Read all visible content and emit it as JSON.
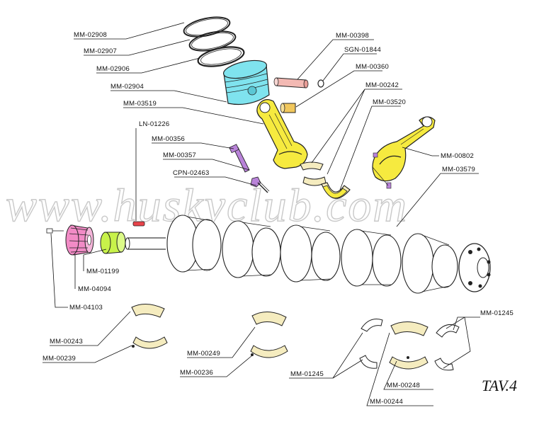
{
  "watermark": "www.huskyclub.com",
  "plate": "TAV.4",
  "colors": {
    "piston": "#7fe3ee",
    "conrod": "#f6ea3f",
    "bearing_shell": "#f5ecbf",
    "bushing": "#f1c75c",
    "pin": "#f3b9b3",
    "gear": "#f28bc6",
    "sleeve": "#c8f24a",
    "bolt": "#b983d9",
    "key": "#e8434a"
  },
  "labels": {
    "l01": "MM-02908",
    "l02": "MM-02907",
    "l03": "MM-02906",
    "l04": "MM-02904",
    "l05": "MM-03519",
    "l06": "LN-01226",
    "l07": "MM-00356",
    "l08": "MM-00357",
    "l09": "CPN-02463",
    "l10": "MM-00398",
    "l11": "SGN-01844",
    "l12": "MM-00360",
    "l13": "MM-00242",
    "l14": "MM-03520",
    "l15": "MM-00802",
    "l16": "MM-03579",
    "l17": "MM-01199",
    "l18": "MM-04094",
    "l19": "MM-04103",
    "l20": "MM-00243",
    "l21": "MM-00239",
    "l22": "MM-00249",
    "l23": "MM-00236",
    "l24": "MM-01245",
    "l25": "MM-01245",
    "l26": "MM-00248",
    "l27": "MM-00244"
  }
}
